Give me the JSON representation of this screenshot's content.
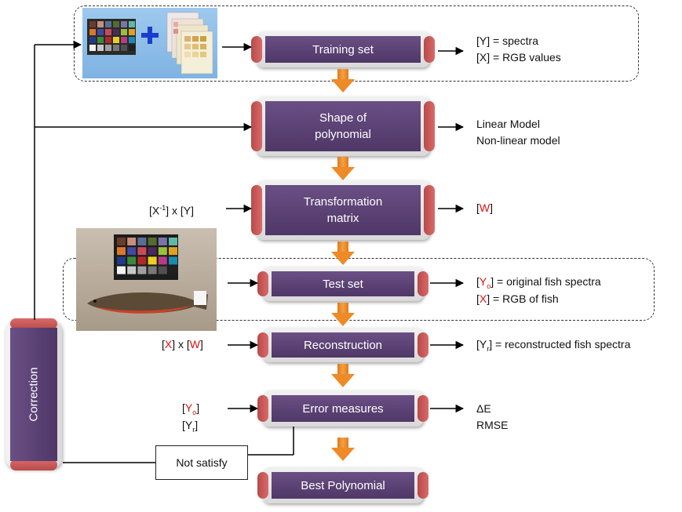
{
  "boxes": {
    "training_set": "Training set",
    "shape_line1": "Shape of",
    "shape_line2": "polynomial",
    "transform_line1": "Transformation",
    "transform_line2": "matrix",
    "test_set": "Test set",
    "reconstruction": "Reconstruction",
    "error_measures": "Error measures",
    "best_polynomial": "Best Polynomial",
    "correction": "Correction"
  },
  "outputs": {
    "training_y": "[Y] = spectra",
    "training_x": "[X] = RGB values",
    "linear_model": "Linear Model",
    "nonlinear_model": "Non-linear model",
    "w_open": "[",
    "w_letter": "W",
    "w_close": "]",
    "yo_open": "[",
    "yo_letter": "Y",
    "yo_sub": "o",
    "yo_close": "]",
    "yo_rest": " = original fish spectra",
    "x_open": "[",
    "x_letter": "X",
    "x_close": "]",
    "x_rest": " = RGB of fish",
    "yr_text": "[Y",
    "yr_sub": "r",
    "yr_rest": "] = reconstructed fish spectra",
    "delta_e": "ΔE",
    "rmse": "RMSE"
  },
  "inputs": {
    "transform_pre": "[X",
    "transform_sup": "-1",
    "transform_post": "] x [Y]",
    "recon_x_open": "[",
    "recon_x": "X",
    "recon_mid": "] x [",
    "recon_w": "W",
    "recon_close": "]",
    "err_yo_open": "[",
    "err_yo": "Y",
    "err_yo_sub": "o",
    "err_yo_close": "]",
    "err_yr": "[Y",
    "err_yr_sub": "r",
    "err_yr_close": "]"
  },
  "not_satisfy": "Not satisfy",
  "colors": {
    "box_purple": "#5c4276",
    "tab_red": "#c85858",
    "arrow_orange": "#ee8a28",
    "highlight_red": "#e01010"
  },
  "chart_patch_colors": [
    "#6b3b2a",
    "#c98f78",
    "#5a6f98",
    "#556b2f",
    "#7a74a8",
    "#5fb8a8",
    "#d9782a",
    "#3f4aa0",
    "#c84a5a",
    "#4a2a5a",
    "#9bbf3a",
    "#e0a020",
    "#223a8a",
    "#3a8a3a",
    "#b02828",
    "#e8d020",
    "#b83a8a",
    "#1a8ab0",
    "#f4f4f4",
    "#c8c8c8",
    "#a0a0a0",
    "#787878",
    "#505050",
    "#202020"
  ]
}
